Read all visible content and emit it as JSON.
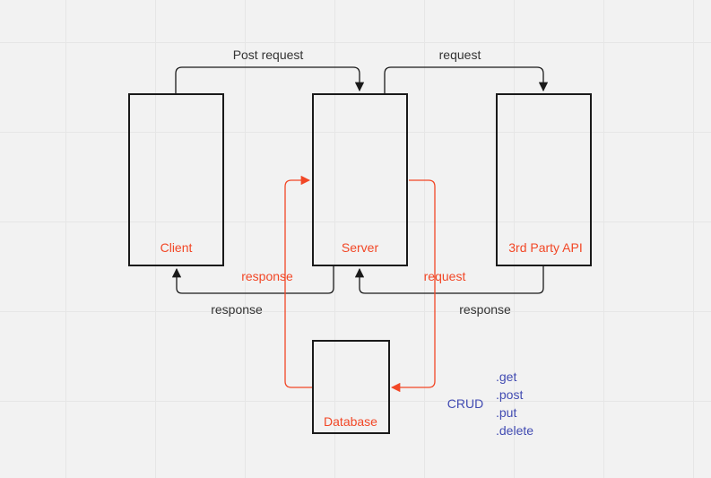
{
  "colors": {
    "background": "#f2f2f2",
    "grid": "#e6e6e6",
    "node_border": "#1a1a1a",
    "node_label": "#f24726",
    "dark_connector": "#1a1a1a",
    "red_connector": "#f24726",
    "crud_text": "#414bb2"
  },
  "nodes": {
    "client": {
      "label": "Client"
    },
    "server": {
      "label": "Server"
    },
    "api": {
      "label": "3rd Party API"
    },
    "database": {
      "label": "Database"
    }
  },
  "edges": {
    "client_to_server": {
      "label": "Post request"
    },
    "server_to_api": {
      "label": "request"
    },
    "server_to_client": {
      "label": "response"
    },
    "api_to_server": {
      "label": "response"
    },
    "server_to_database": {
      "label": "request"
    },
    "database_to_server": {
      "label": "response"
    }
  },
  "crud": {
    "title": "CRUD",
    "methods": [
      ".get",
      ".post",
      ".put",
      ".delete"
    ]
  }
}
